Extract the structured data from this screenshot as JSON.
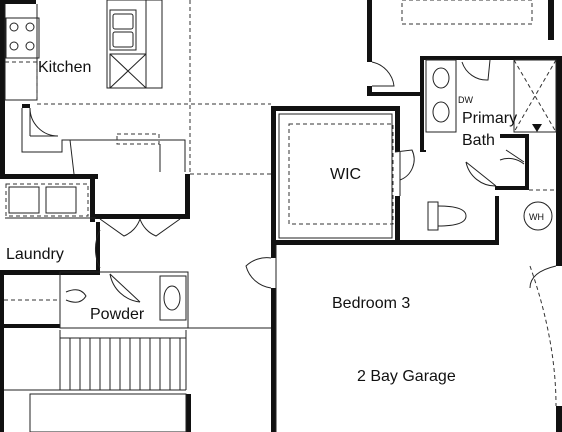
{
  "plan": {
    "rooms": {
      "kitchen": "Kitchen",
      "laundry": "Laundry",
      "powder": "Powder",
      "wic": "WIC",
      "primary_bath_line1": "Primary",
      "primary_bath_line2": "Bath",
      "bedroom3": "Bedroom 3",
      "garage": "2 Bay Garage"
    },
    "fixtures": {
      "dishwasher": "DW",
      "water_heater": "WH"
    },
    "colors": {
      "wall": "#111111",
      "line": "#222222",
      "background": "#ffffff"
    }
  }
}
